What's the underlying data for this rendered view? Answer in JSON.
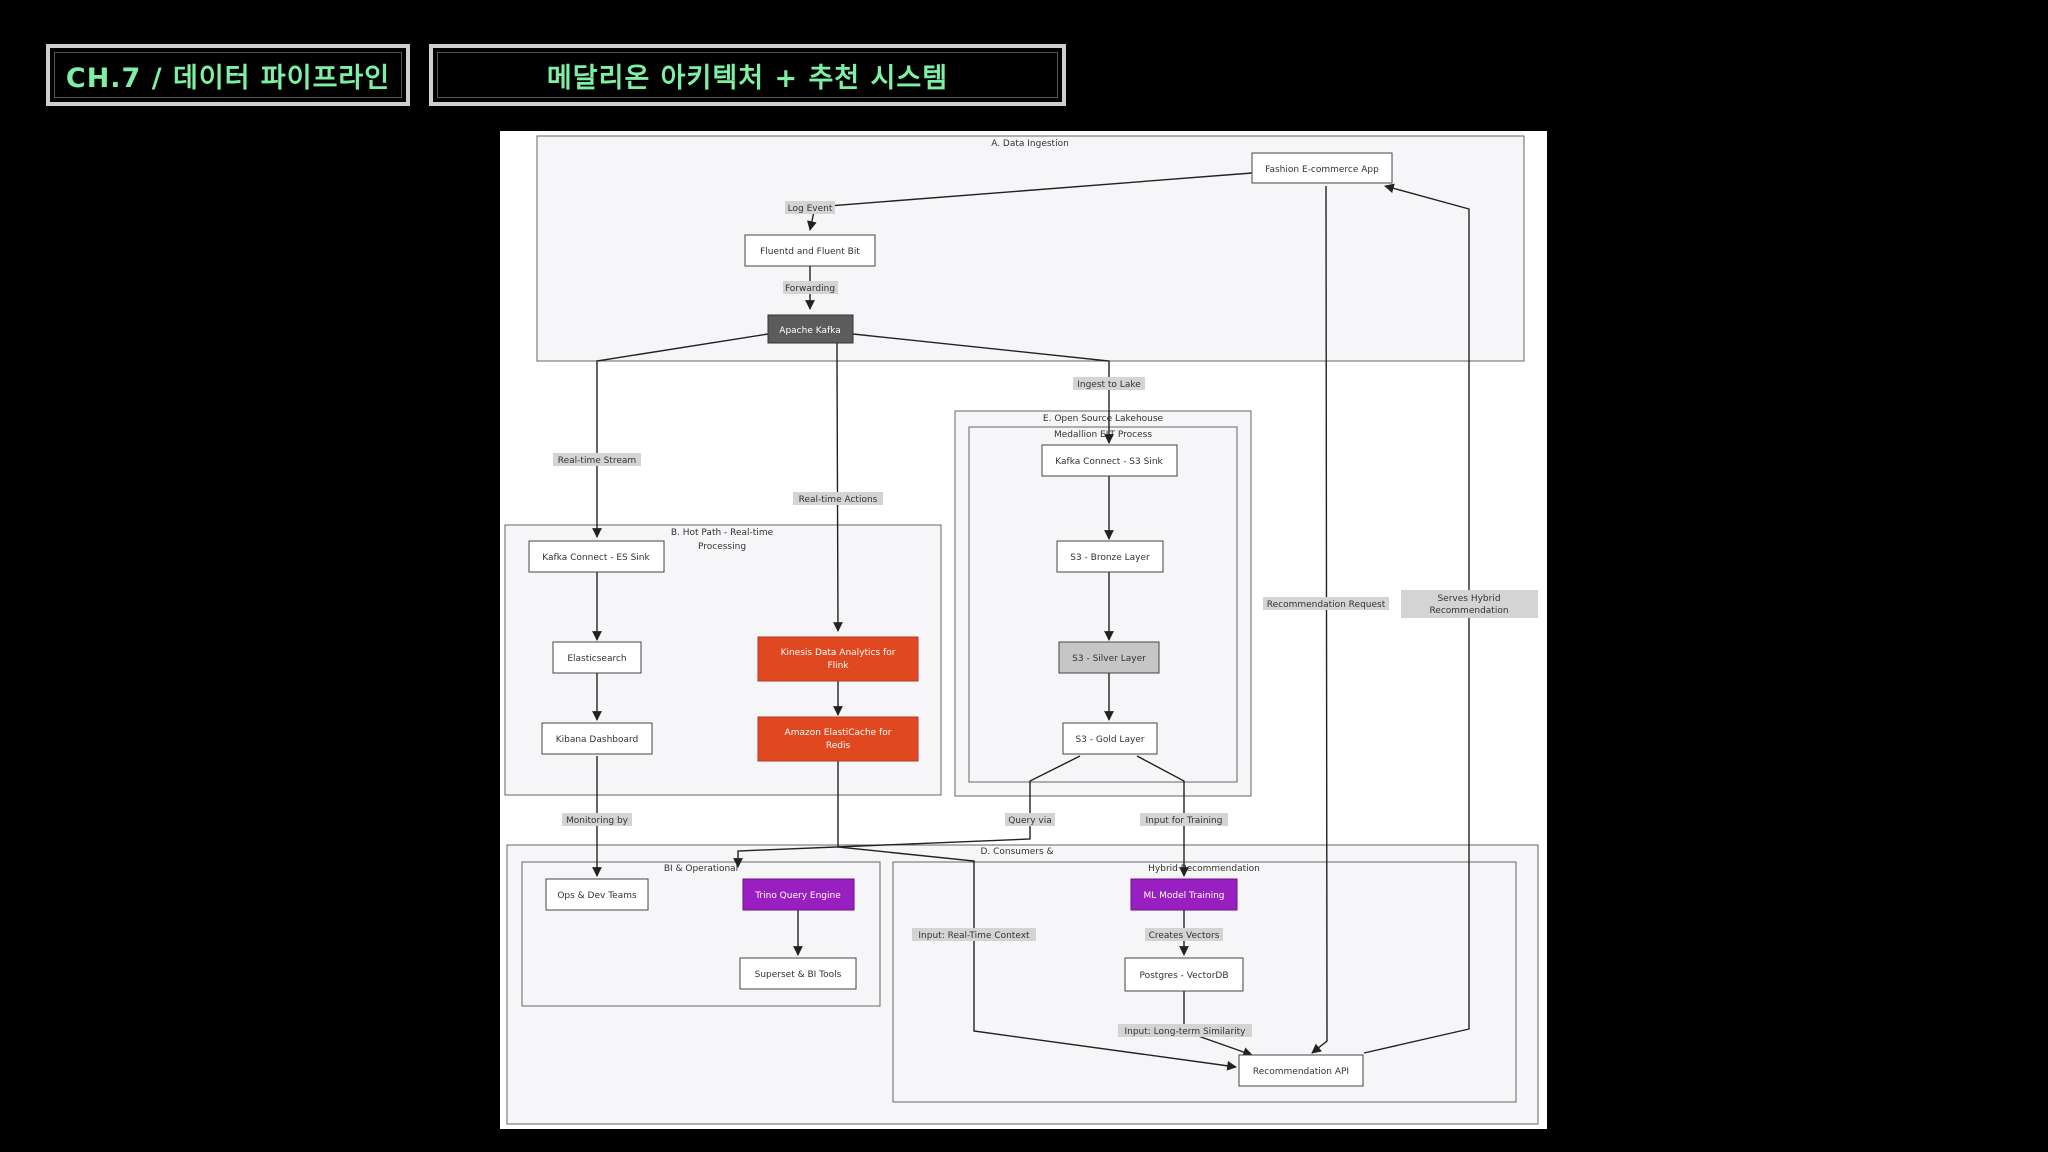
{
  "header": {
    "chapter": "CH.7 / 데이터 파이프라인",
    "title": "메달리온 아키텍처 + 추천 시스템"
  },
  "diagram": {
    "groups": {
      "ingestion": "A. Data Ingestion",
      "lakehouse": "E. Open Source Lakehouse",
      "medallion": "Medallion ELT Process",
      "hotpath_1": "B. Hot Path - Real-time",
      "hotpath_2": "Processing",
      "consumers": "D. Consumers &",
      "bi": "BI & Operational",
      "hybrid": "Hybrid Recommendation"
    },
    "nodes": {
      "app": "Fashion E-commerce App",
      "fluentd": "Fluentd and Fluent Bit",
      "kafka": "Apache Kafka",
      "kc_s3": "Kafka Connect - S3 Sink",
      "bronze": "S3 - Bronze Layer",
      "silver": "S3 - Silver Layer",
      "gold": "S3 - Gold Layer",
      "kc_es": "Kafka Connect - ES Sink",
      "es": "Elasticsearch",
      "kibana": "Kibana Dashboard",
      "kinesis_1": "Kinesis Data Analytics for",
      "kinesis_2": "Flink",
      "redis_1": "Amazon ElastiCache for",
      "redis_2": "Redis",
      "ops": "Ops & Dev Teams",
      "trino": "Trino Query Engine",
      "superset": "Superset & BI Tools",
      "ml": "ML Model Training",
      "pgvector": "Postgres - VectorDB",
      "recapi": "Recommendation API"
    },
    "edges": {
      "log_event": "Log Event",
      "forwarding": "Forwarding",
      "ingest_lake": "Ingest to Lake",
      "rt_stream": "Real-time Stream",
      "rt_actions": "Real-time Actions",
      "rec_request": "Recommendation Request",
      "serves_1": "Serves Hybrid",
      "serves_2": "Recommendation",
      "monitoring": "Monitoring by",
      "query_via": "Query via",
      "input_training": "Input for Training",
      "input_rt": "Input: Real-Time Context",
      "creates_vectors": "Creates Vectors",
      "input_lt": "Input: Long-term Similarity"
    },
    "colors": {
      "kafka": "#5c5c5c",
      "orange": "#e0481f",
      "purple": "#9a1fc0",
      "silver": "#c6c6c6",
      "accent": "#7ef0a3"
    }
  }
}
